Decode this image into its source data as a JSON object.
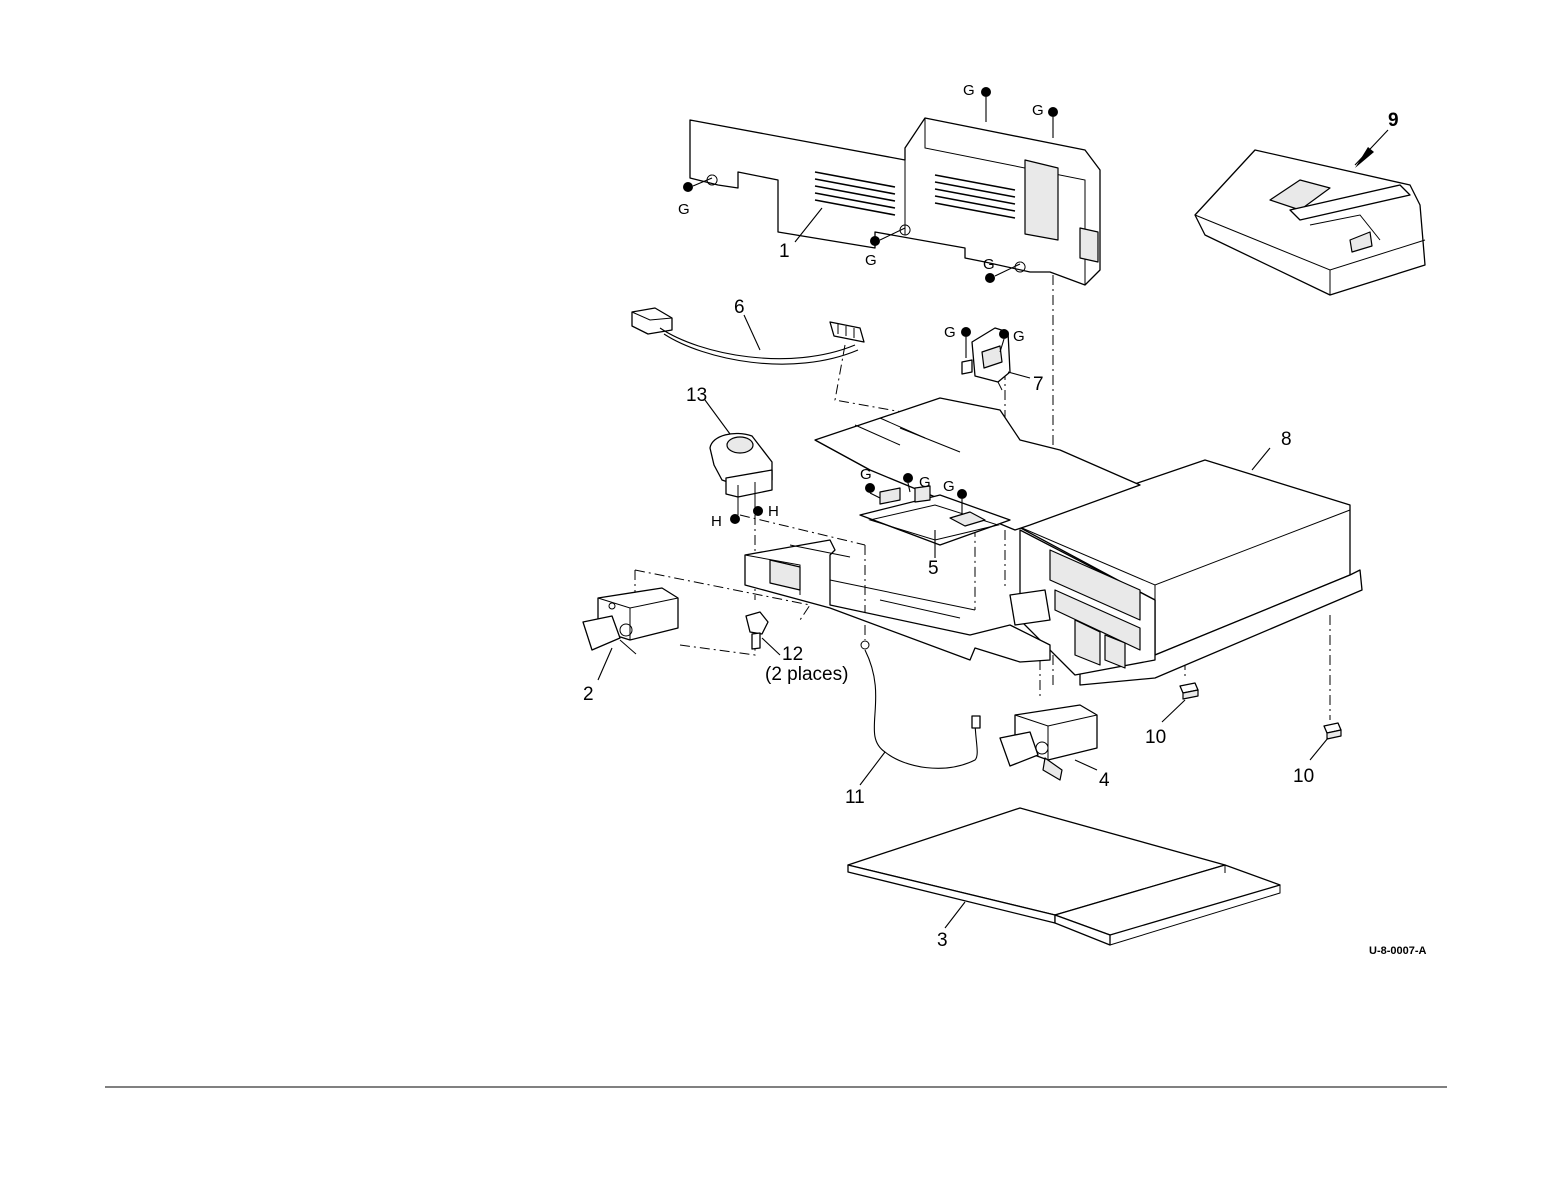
{
  "callouts": {
    "c1": "1",
    "c2": "2",
    "c3": "3",
    "c4": "4",
    "c5": "5",
    "c6": "6",
    "c7": "7",
    "c8": "8",
    "c9": "9",
    "c10a": "10",
    "c10b": "10",
    "c11": "11",
    "c12": "12",
    "c12_note": "(2 places)",
    "c13": "13"
  },
  "fasteners": {
    "g": "G",
    "h": "H"
  },
  "figure_code": "U-8-0007-A"
}
